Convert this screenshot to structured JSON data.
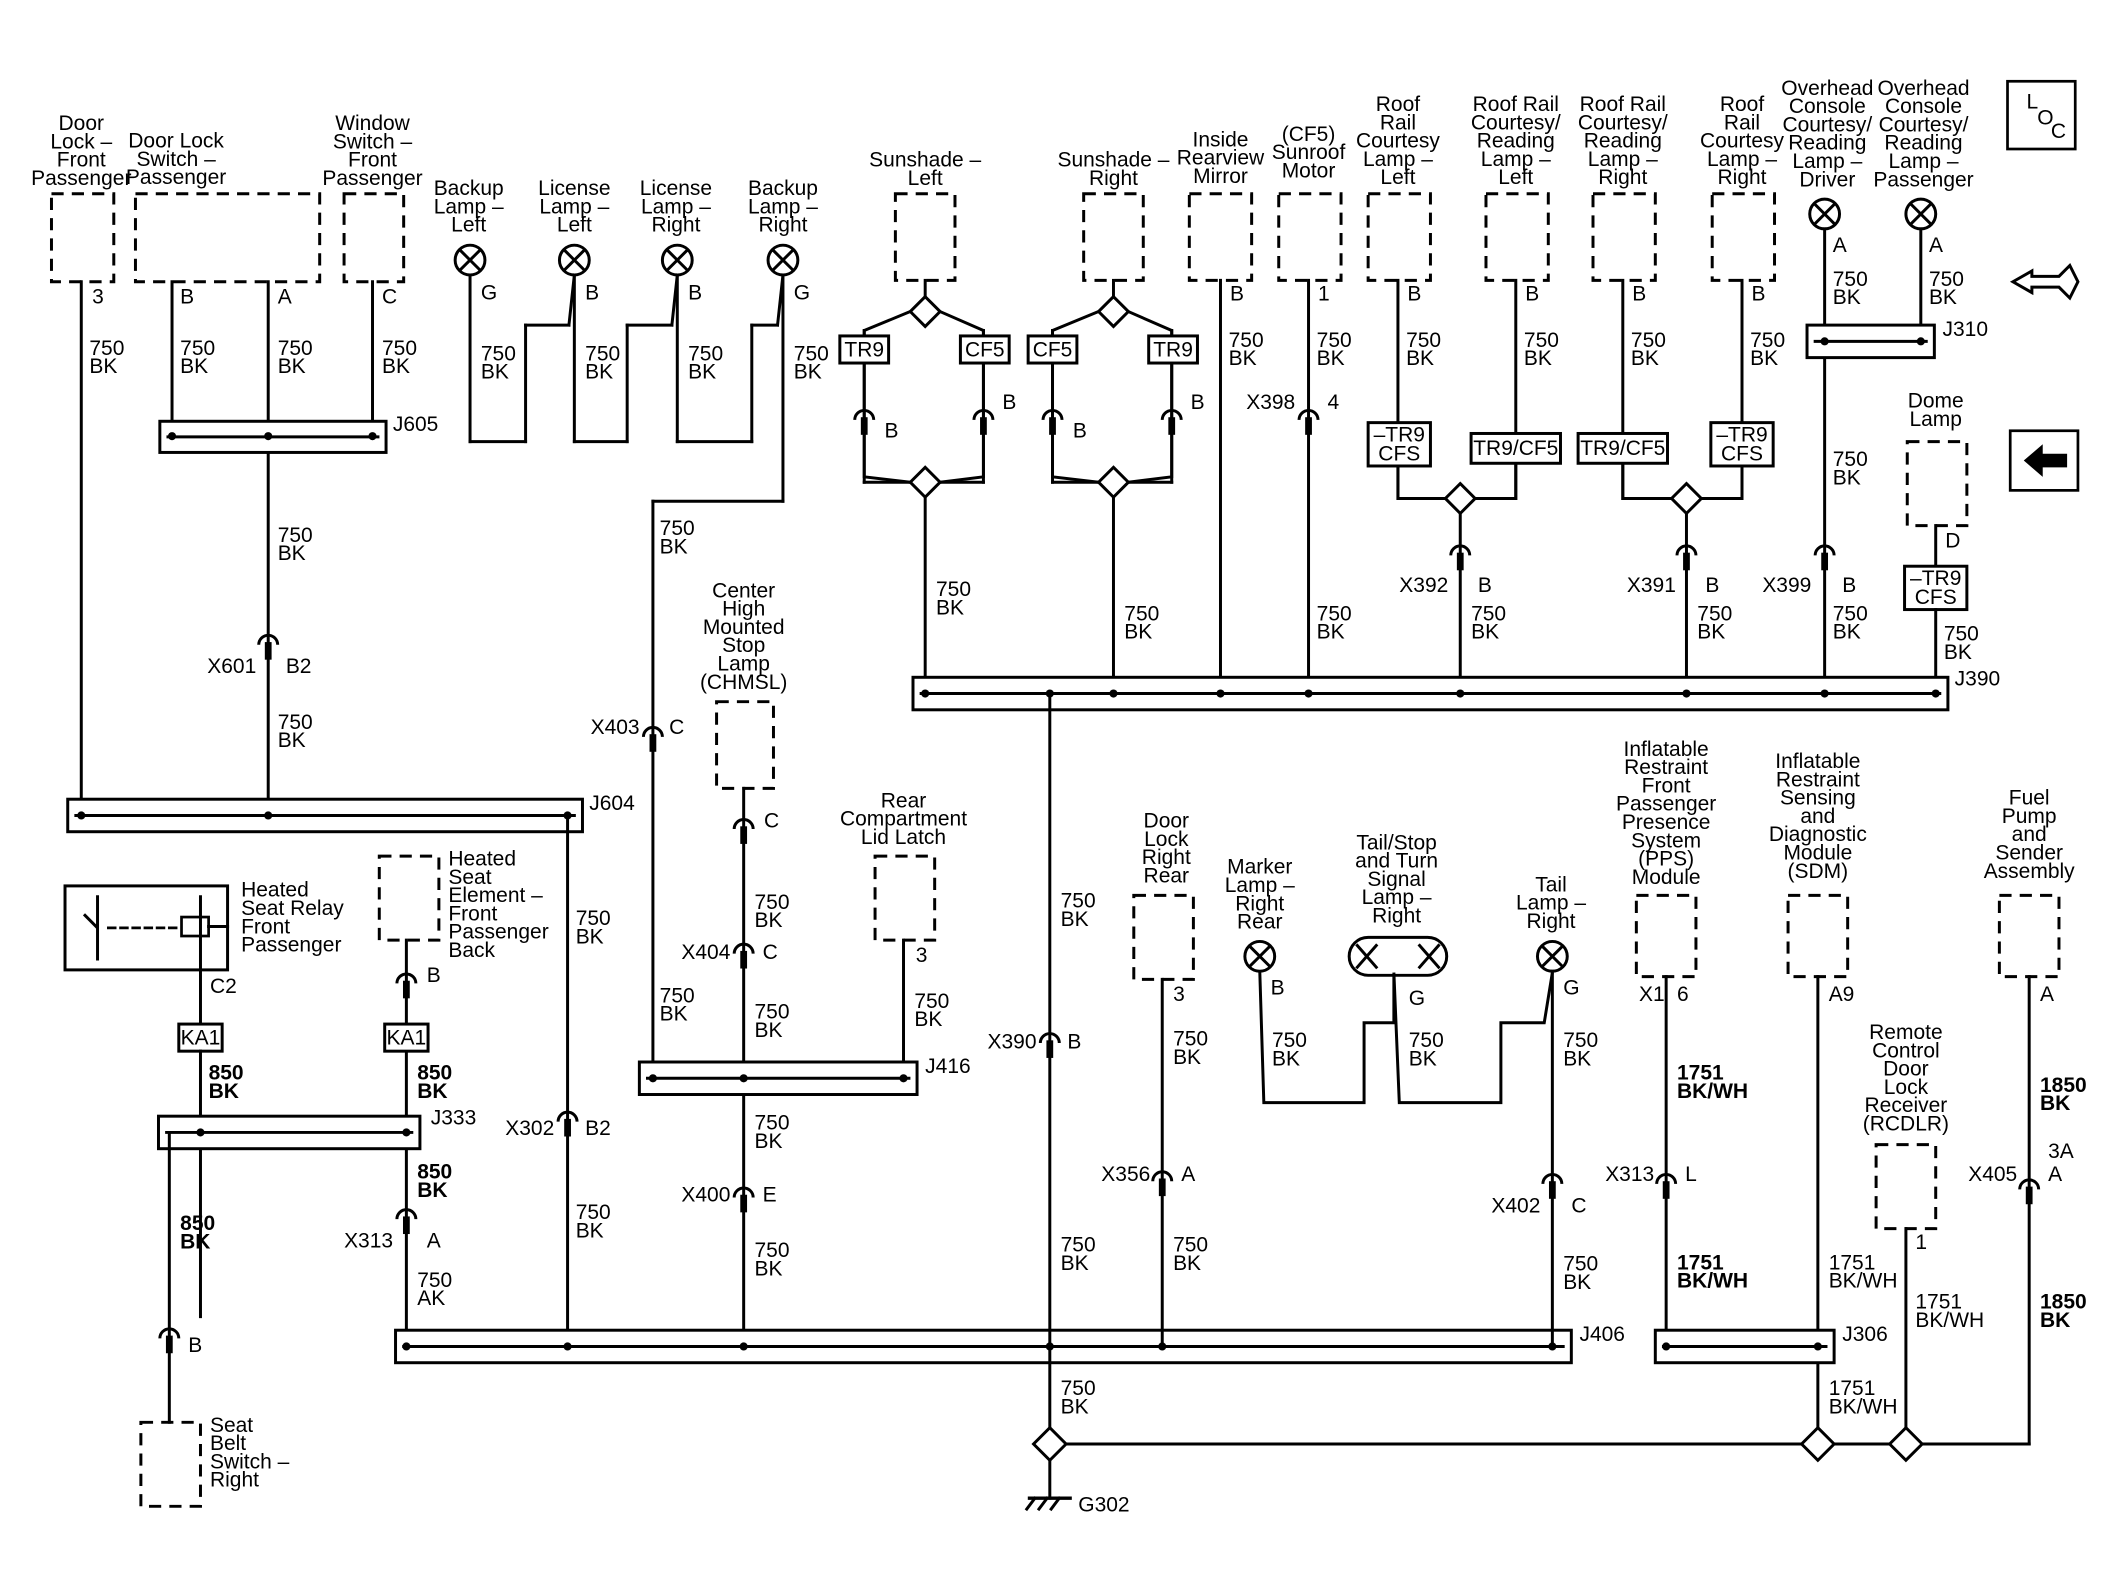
{
  "title_block": {
    "loc": "LOC",
    "nav_left_icon": "hand-pointer-icon",
    "nav_back_icon": "back-arrow-icon"
  },
  "components": [
    {
      "id": "door_lock_fp",
      "lines": [
        "Door",
        "Lock –",
        "Front",
        "Passenger"
      ],
      "pins": [
        "3"
      ]
    },
    {
      "id": "door_lock_switch_p",
      "lines": [
        "Door Lock",
        "Switch –",
        "Passenger"
      ],
      "pins": [
        "B",
        "A"
      ]
    },
    {
      "id": "window_switch_fp",
      "lines": [
        "Window",
        "Switch –",
        "Front",
        "Passenger"
      ],
      "pins": [
        "C"
      ]
    },
    {
      "id": "backup_lamp_left",
      "lines": [
        "Backup",
        "Lamp –",
        "Left"
      ],
      "pins": [
        "G"
      ]
    },
    {
      "id": "license_lamp_left",
      "lines": [
        "License",
        "Lamp –",
        "Left"
      ],
      "pins": [
        "B"
      ]
    },
    {
      "id": "license_lamp_right",
      "lines": [
        "License",
        "Lamp –",
        "Right"
      ],
      "pins": [
        "B"
      ]
    },
    {
      "id": "backup_lamp_right",
      "lines": [
        "Backup",
        "Lamp –",
        "Right"
      ],
      "pins": [
        "G"
      ]
    },
    {
      "id": "sunshade_left",
      "lines": [
        "Sunshade –",
        "Left"
      ],
      "pins": [
        "B",
        "B"
      ]
    },
    {
      "id": "sunshade_right",
      "lines": [
        "Sunshade –",
        "Right"
      ],
      "pins": [
        "B",
        "B"
      ]
    },
    {
      "id": "inside_mirror",
      "lines": [
        "Inside",
        "Rearview",
        "Mirror"
      ],
      "pins": [
        "B"
      ]
    },
    {
      "id": "sunroof_motor",
      "lines": [
        "(CF5)",
        "Sunroof",
        "Motor"
      ],
      "pins": [
        "1"
      ]
    },
    {
      "id": "roof_rail_left",
      "lines": [
        "Roof",
        "Rail",
        "Courtesy",
        "Lamp –",
        "Left"
      ],
      "pins": [
        "B"
      ]
    },
    {
      "id": "roof_rail_reading_left",
      "lines": [
        "Roof Rail",
        "Courtesy/",
        "Reading",
        "Lamp –",
        "Left"
      ],
      "pins": [
        "B"
      ]
    },
    {
      "id": "roof_rail_reading_right",
      "lines": [
        "Roof Rail",
        "Courtesy/",
        "Reading",
        "Lamp –",
        "Right"
      ],
      "pins": [
        "B"
      ]
    },
    {
      "id": "roof_rail_right",
      "lines": [
        "Roof",
        "Rail",
        "Courtesy",
        "Lamp –",
        "Right"
      ],
      "pins": [
        "B"
      ]
    },
    {
      "id": "overhead_driver",
      "lines": [
        "Overhead",
        "Console",
        "Courtesy/",
        "Reading",
        "Lamp –",
        "Driver"
      ],
      "pins": [
        "A"
      ]
    },
    {
      "id": "overhead_passenger",
      "lines": [
        "Overhead",
        "Console",
        "Courtesy/",
        "Reading",
        "Lamp –",
        "Passenger"
      ],
      "pins": [
        "A"
      ]
    },
    {
      "id": "dome_lamp",
      "lines": [
        "Dome",
        "Lamp"
      ],
      "pins": [
        "D"
      ]
    },
    {
      "id": "chmsl",
      "lines": [
        "Center",
        "High",
        "Mounted",
        "Stop",
        "Lamp",
        "(CHMSL)"
      ],
      "pins": [
        "C"
      ]
    },
    {
      "id": "rear_lid_latch",
      "lines": [
        "Rear",
        "Compartment",
        "Lid Latch"
      ],
      "pins": [
        "3"
      ]
    },
    {
      "id": "heated_seat_relay",
      "lines": [
        "Heated",
        "Seat Relay",
        "Front",
        "Passenger"
      ],
      "pins": [
        "C2"
      ]
    },
    {
      "id": "heated_seat_element",
      "lines": [
        "Heated",
        "Seat",
        "Element –",
        "Front",
        "Passenger",
        "Back"
      ],
      "pins": [
        "B"
      ]
    },
    {
      "id": "door_lock_rr",
      "lines": [
        "Door",
        "Lock",
        "Right",
        "Rear"
      ],
      "pins": [
        "3"
      ]
    },
    {
      "id": "marker_lamp_rr",
      "lines": [
        "Marker",
        "Lamp –",
        "Right",
        "Rear"
      ],
      "pins": [
        "B"
      ]
    },
    {
      "id": "tail_stop_turn_right",
      "lines": [
        "Tail/Stop",
        "and Turn",
        "Signal",
        "Lamp –",
        "Right"
      ],
      "pins": [
        "G"
      ]
    },
    {
      "id": "tail_lamp_right",
      "lines": [
        "Tail",
        "Lamp –",
        "Right"
      ],
      "pins": [
        "G"
      ]
    },
    {
      "id": "pps_module",
      "lines": [
        "Inflatable",
        "Restraint",
        "Front",
        "Passenger",
        "Presence",
        "System",
        "(PPS)",
        "Module"
      ],
      "pins": [
        "X1",
        "6"
      ]
    },
    {
      "id": "sdm",
      "lines": [
        "Inflatable",
        "Restraint",
        "Sensing",
        "and",
        "Diagnostic",
        "Module",
        "(SDM)"
      ],
      "pins": [
        "A9"
      ]
    },
    {
      "id": "fuel_pump",
      "lines": [
        "Fuel",
        "Pump",
        "and",
        "Sender",
        "Assembly"
      ],
      "pins": [
        "A"
      ]
    },
    {
      "id": "rcdlr",
      "lines": [
        "Remote",
        "Control",
        "Door",
        "Lock",
        "Receiver",
        "(RCDLR)"
      ],
      "pins": [
        "1"
      ]
    },
    {
      "id": "seat_belt_switch",
      "lines": [
        "Seat",
        "Belt",
        "Switch –",
        "Right"
      ],
      "pins": [
        "B"
      ]
    }
  ],
  "splices": [
    "J605",
    "J604",
    "J333",
    "J416",
    "J406",
    "J306",
    "J390",
    "J310"
  ],
  "connectors": [
    "X601",
    "X403",
    "X404",
    "X400",
    "X302",
    "X313",
    "X390",
    "X356",
    "X402",
    "X405",
    "X398",
    "X392",
    "X391",
    "X399"
  ],
  "option_boxes": [
    "TR9",
    "CF5",
    "CF5",
    "TR9",
    "–TR9",
    "CFS",
    "TR9/CF5",
    "TR9/CF5",
    "–TR9",
    "CFS",
    "–TR9",
    "CFS",
    "KA1",
    "KA1"
  ],
  "wires": [
    "750",
    "BK",
    "850",
    "BK",
    "750",
    "AK",
    "1751",
    "BK/WH",
    "1850",
    "BK",
    "3A"
  ],
  "ground": "G302"
}
